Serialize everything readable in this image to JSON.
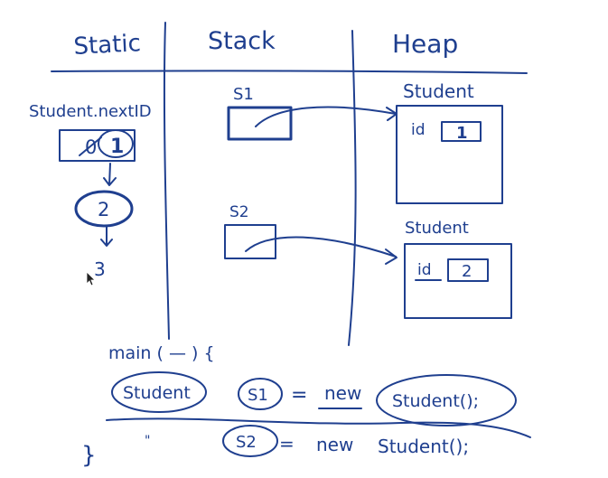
{
  "columns": {
    "static": "Static",
    "stack": "Stack",
    "heap": "Heap"
  },
  "static_area": {
    "field_label": "Student.nextID",
    "box_old": "0",
    "box_new": "1",
    "next_value": "2",
    "last_value": "3"
  },
  "stack_area": {
    "var1": "S1",
    "var2": "S2"
  },
  "heap_area": {
    "obj1": {
      "class": "Student",
      "field": "id",
      "value": "1"
    },
    "obj2": {
      "class": "Student",
      "field": "id",
      "value": "2"
    }
  },
  "code": {
    "main_sig": "main ( — ) {",
    "line1": {
      "type": "Student",
      "var": "S1",
      "op": "=",
      "new": "new",
      "ctor": "Student();"
    },
    "line2": {
      "mark": "\"",
      "var": "S2",
      "op": "=",
      "new": "new",
      "ctor": "Student();"
    },
    "close": "}"
  },
  "colors": {
    "ink": "#1f3f8f",
    "ink_dark": "#1a1a2a",
    "background": "#ffffff"
  }
}
